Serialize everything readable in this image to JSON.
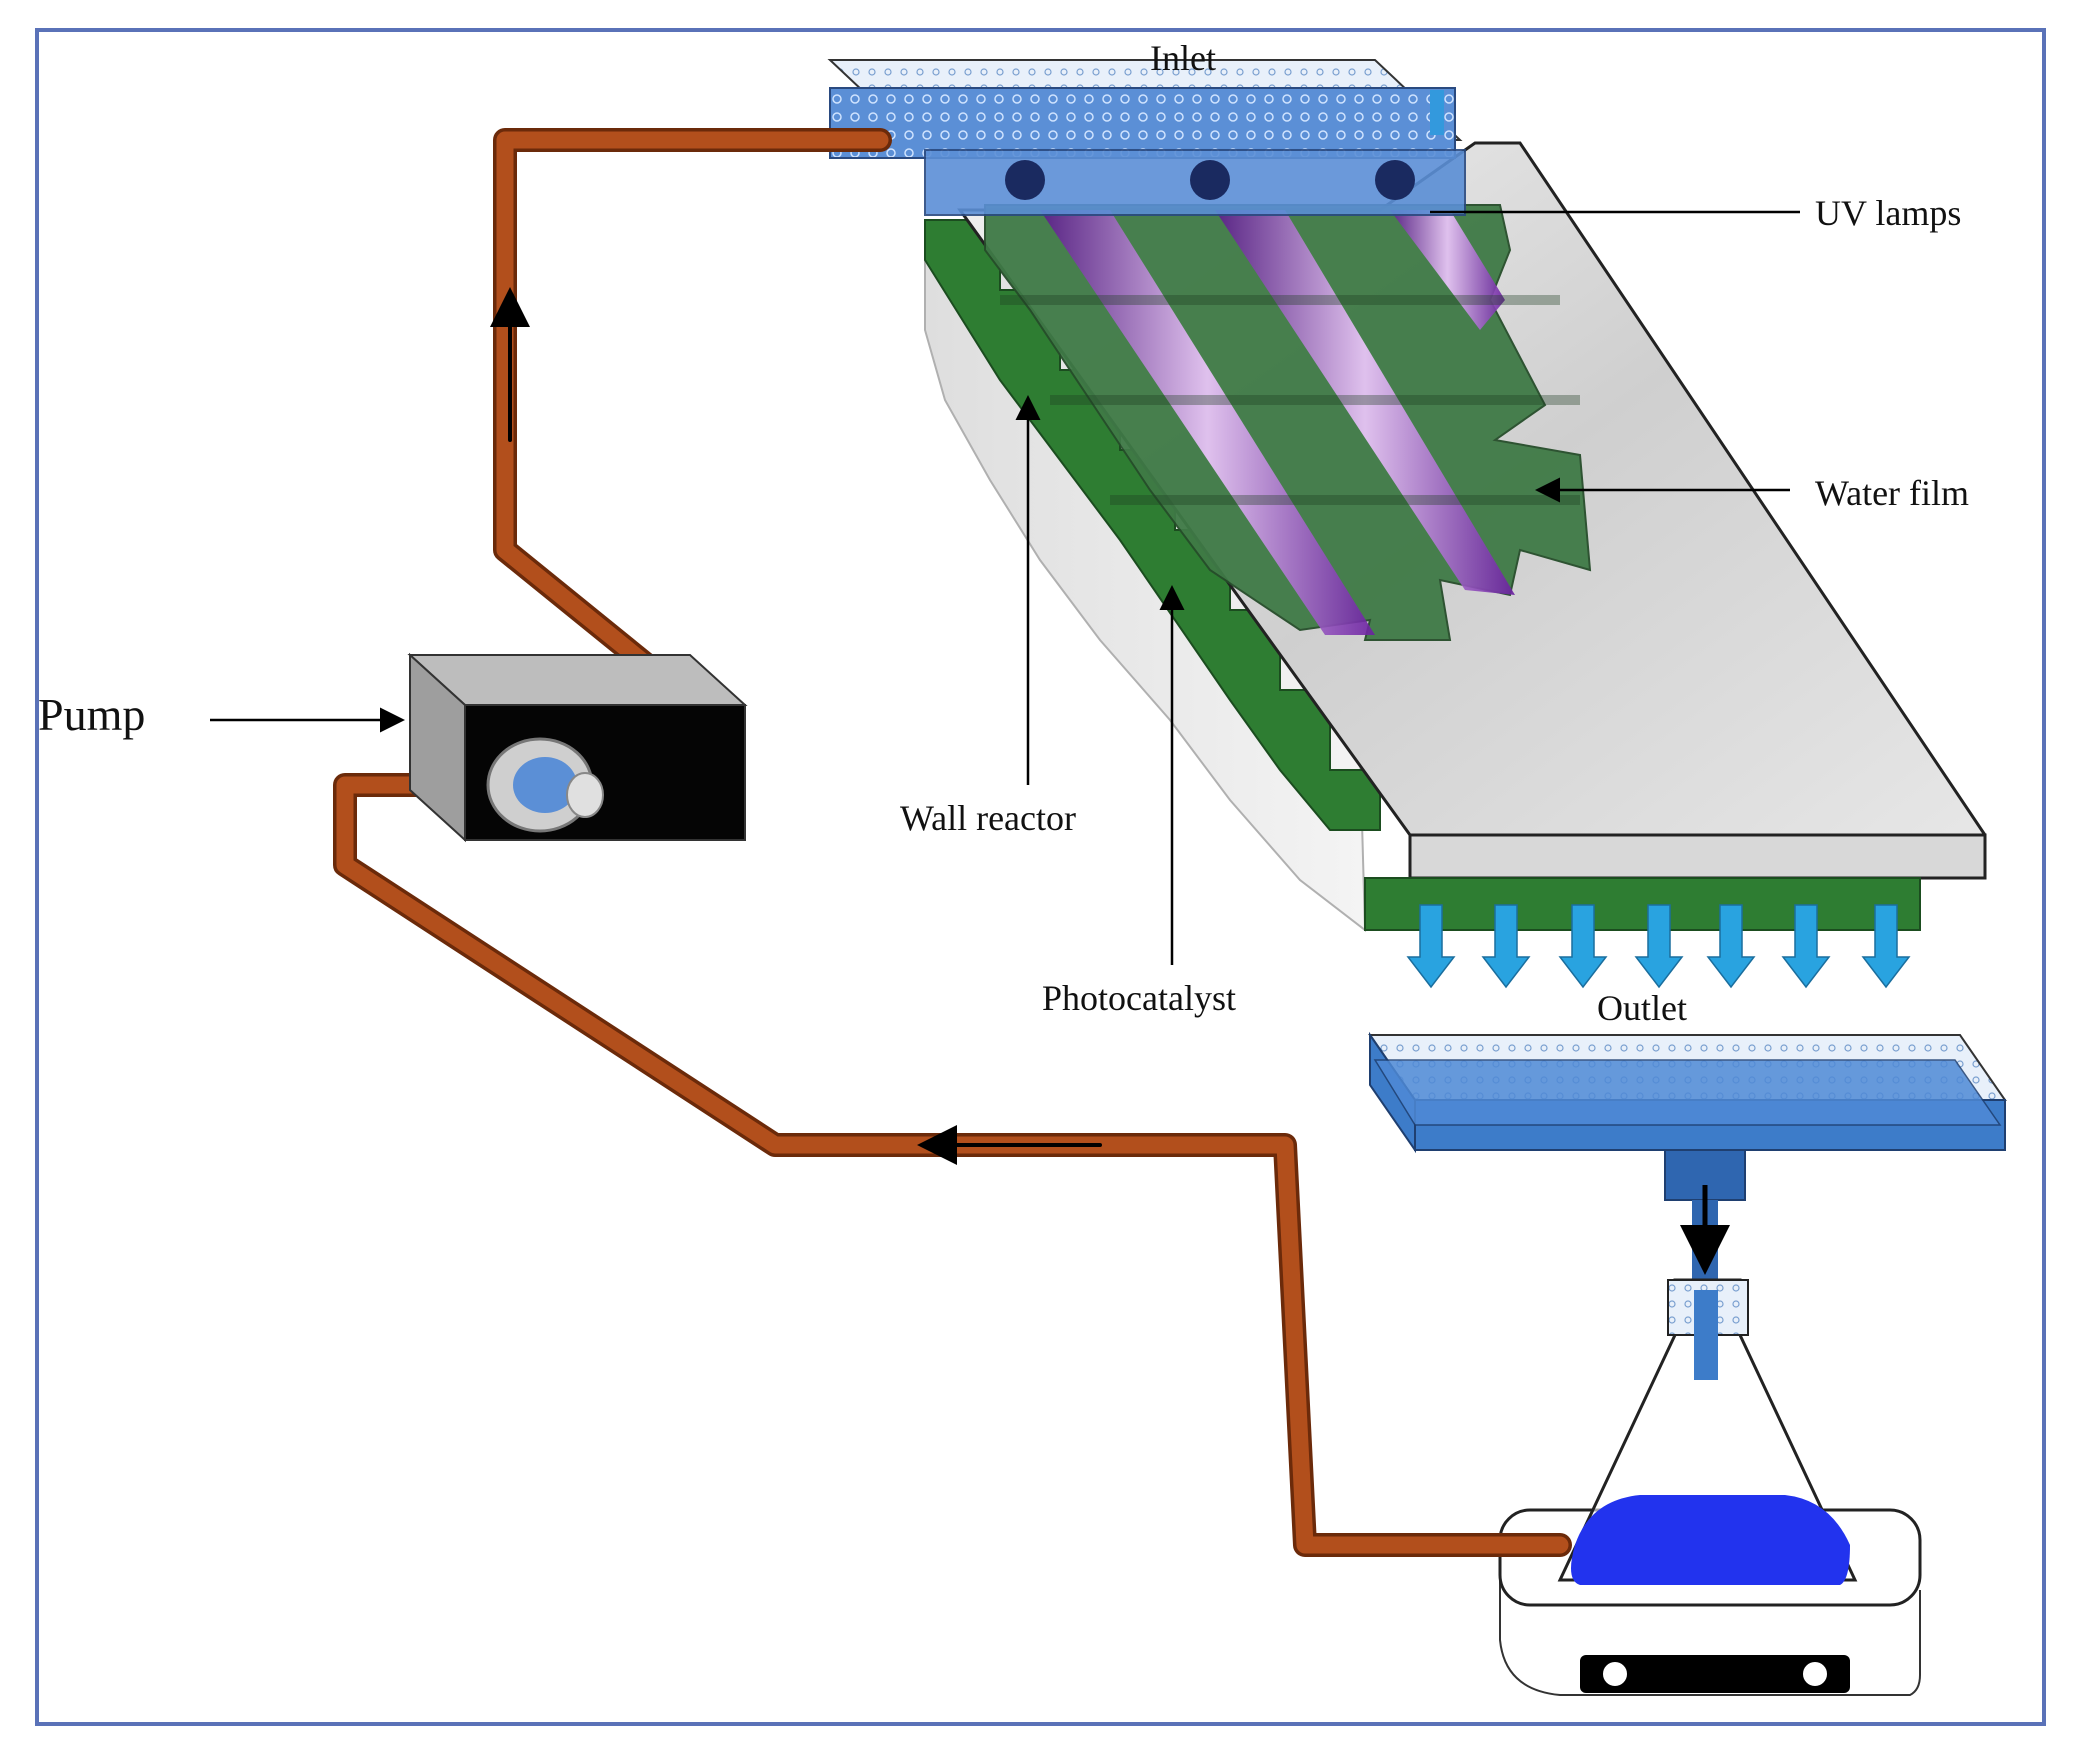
{
  "labels": {
    "inlet": "Inlet",
    "uv_lamps": "UV lamps",
    "water_film": "Water film",
    "pump": "Pump",
    "wall_reactor": "Wall reactor",
    "photocatalyst": "Photocatalyst",
    "outlet": "Outlet"
  },
  "colors": {
    "border": "#5a72b8",
    "tubing": "#b24f1c",
    "tubing_edge": "#6b2a0a",
    "photocatalyst_green": "#2e7d32",
    "uv_purple": "#8e24aa",
    "water_blue": "#3d7cc9",
    "flow_arrow_blue": "#29a3e0",
    "flask_liquid": "#2233ee"
  },
  "icons": {
    "pump": "pump-icon",
    "flask": "erlenmeyer-flask-icon",
    "stirrer": "magnetic-stirrer-icon"
  }
}
